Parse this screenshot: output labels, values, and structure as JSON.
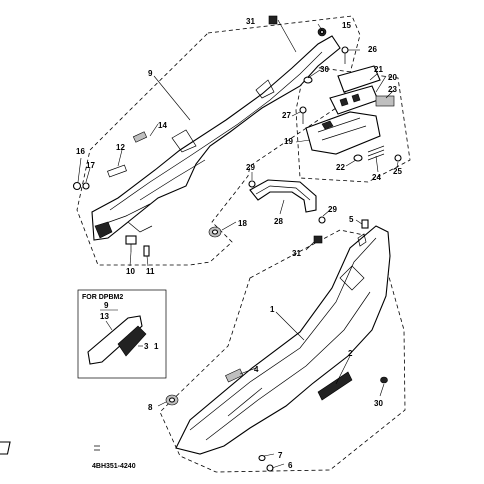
{
  "inset": {
    "title": "FOR DPBM2"
  },
  "figure_code": "4BH351-4240",
  "callouts": {
    "c1": "1",
    "c2": "2",
    "c3": "3",
    "c4": "4",
    "c5": "5",
    "c6": "6",
    "c7": "7",
    "c8": "8",
    "c9": "9",
    "c10": "10",
    "c11": "11",
    "c12": "12",
    "c13": "13",
    "c14": "14",
    "c15": "15",
    "c16": "16",
    "c17": "17",
    "c18": "18",
    "c19": "19",
    "c20": "20",
    "c21": "21",
    "c22": "22",
    "c23": "23",
    "c24": "24",
    "c25": "25",
    "c26": "26",
    "c27": "27",
    "c28": "28",
    "c29": "29",
    "c30": "30",
    "c31": "31"
  },
  "inset_callouts": {
    "i9": "9",
    "i13": "13",
    "i3": "3",
    "i1": "1"
  }
}
